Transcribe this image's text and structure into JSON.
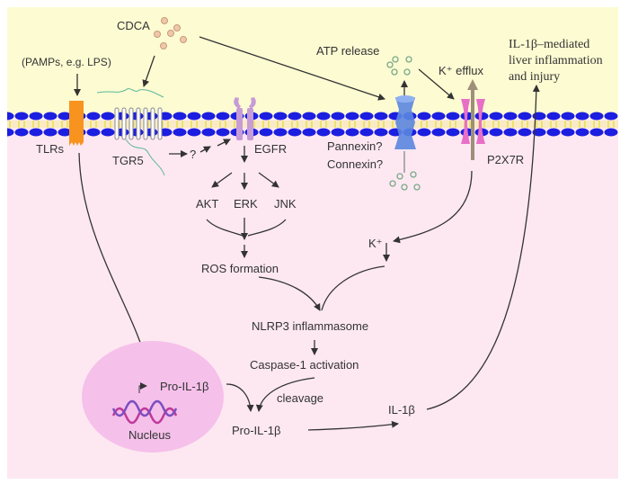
{
  "colors": {
    "extracellular": "#fdfbd2",
    "cytoplasm": "#fde8f1",
    "membrane_head": "#1c1ee0",
    "membrane_tail": "#e8d23a",
    "tlr": "#f7931e",
    "egfr": "#c79bd6",
    "pannexin": "#5b86e0",
    "p2x7r": "#e86fc8",
    "nucleus": "#f5c0ea"
  },
  "labels": {
    "cdca": "CDCA",
    "pamps": "(PAMPs, e.g. LPS)",
    "tlrs": "TLRs",
    "tgr5": "TGR5",
    "question": "?",
    "egfr": "EGFR",
    "akt": "AKT",
    "erk": "ERK",
    "jnk": "JNK",
    "ros": "ROS formation",
    "atp_release": "ATP release",
    "pannexin": "Pannexin?",
    "connexin": "Connexin?",
    "k_efflux": "K⁺ efflux",
    "p2x7r": "P2X7R",
    "k_ion": "K⁺",
    "outcome": [
      "IL-1β–mediated",
      "liver inflammation",
      "and injury"
    ],
    "nlrp3": "NLRP3 inflammasome",
    "caspase": "Caspase-1 activation",
    "cleavage": "cleavage",
    "pro_il1b_nucleus": "Pro-IL-1β",
    "nucleus": "Nucleus",
    "pro_il1b": "Pro-IL-1β",
    "il1b": "IL-1β"
  }
}
